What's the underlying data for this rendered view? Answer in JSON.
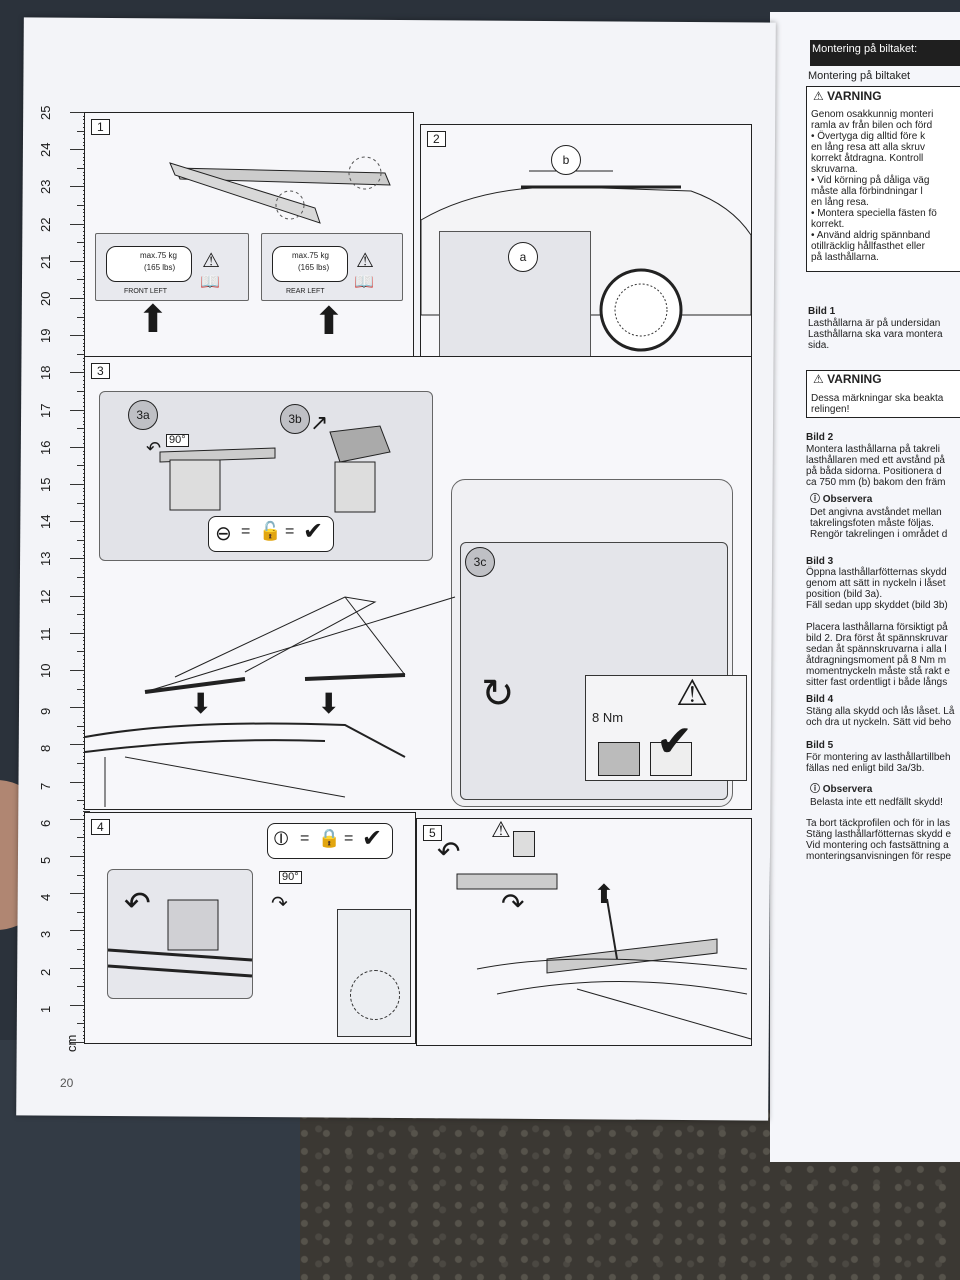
{
  "page_number": "20",
  "ruler": {
    "unit": "cm",
    "numbers": [
      "1",
      "2",
      "3",
      "4",
      "5",
      "6",
      "7",
      "8",
      "9",
      "10",
      "11",
      "12",
      "13",
      "14",
      "15",
      "16",
      "17",
      "18",
      "19",
      "20",
      "21",
      "22",
      "23",
      "24",
      "25"
    ]
  },
  "panels": {
    "p1": {
      "label": "1",
      "load_front": "max.75 kg",
      "load_front_lbs": "(165 lbs)",
      "front_caption": "FRONT LEFT",
      "load_rear": "max.75 kg",
      "load_rear_lbs": "(165 lbs)",
      "rear_caption": "REAR LEFT"
    },
    "p2": {
      "label": "2",
      "dim_a": "a",
      "dim_b": "b"
    },
    "p3": {
      "label": "3",
      "sub_a": "3a",
      "sub_b": "3b",
      "sub_c": "3c",
      "angle": "90°",
      "torque": "8 Nm"
    },
    "p4": {
      "label": "4",
      "angle": "90°"
    },
    "p5": {
      "label": "5"
    }
  },
  "right_page": {
    "title": "Montering på biltaket:",
    "subtitle": "Montering på biltaket",
    "warning1": "VARNING",
    "warn_lines": [
      "Genom osakkunnig monteri",
      "ramla av från bilen och förd",
      "• Övertyga dig alltid före k",
      "en lång resa att alla skruv",
      "korrekt åtdragna. Kontroll",
      "skruvarna.",
      "• Vid körning på dåliga väg",
      "måste alla förbindningar l",
      "en lång resa.",
      "• Montera speciella fästen fö",
      "korrekt.",
      "• Använd aldrig spännband",
      "otillräcklig hållfasthet eller",
      "på lasthållarna."
    ],
    "bild1_head": "Bild 1",
    "bild1": [
      "Lasthållarna är på undersidan",
      "Lasthållarna ska vara montera",
      "sida."
    ],
    "warning2": "VARNING",
    "warn2_lines": [
      "Dessa märkningar ska beakta",
      "relingen!"
    ],
    "bild2_head": "Bild 2",
    "bild2": [
      "Montera lasthållarna på takreli",
      "lasthållaren med ett avstånd på",
      "på båda sidorna. Positionera d",
      "ca 750 mm (b) bakom den främ"
    ],
    "obs1_head": "Observera",
    "obs1": [
      "Det angivna avståndet mellan",
      "takrelingsfoten måste följas.",
      "Rengör takrelingen i området d"
    ],
    "bild3_head": "Bild 3",
    "bild3": [
      "Öppna lasthållarfötternas skydd",
      "genom att sätt in nyckeln i låset",
      "position (bild 3a).",
      "Fäll sedan upp skyddet (bild 3b)",
      "",
      "Placera lasthållarna försiktigt på",
      "bild 2. Dra först åt spännskruvar",
      "sedan åt spännskruvarna i alla l",
      "åtdragningsmoment på 8 Nm m",
      "momentnyckeln måste stå rakt e",
      "sitter fast ordentligt i både långs"
    ],
    "bild4_head": "Bild 4",
    "bild4": [
      "Stäng alla skydd och lås låset. Lå",
      "och dra ut nyckeln. Sätt vid beho"
    ],
    "bild5_head": "Bild 5",
    "bild5": [
      "För montering av lasthållartillbeh",
      "fällas ned enligt bild 3a/3b."
    ],
    "obs2_head": "Observera",
    "obs2": [
      "Belasta inte ett nedfällt skydd!"
    ],
    "tail": [
      "Ta bort täckprofilen och för in las",
      "Stäng lasthållarfötternas skydd e",
      "Vid montering och fastsättning a",
      "monteringsanvisningen för respe"
    ]
  }
}
